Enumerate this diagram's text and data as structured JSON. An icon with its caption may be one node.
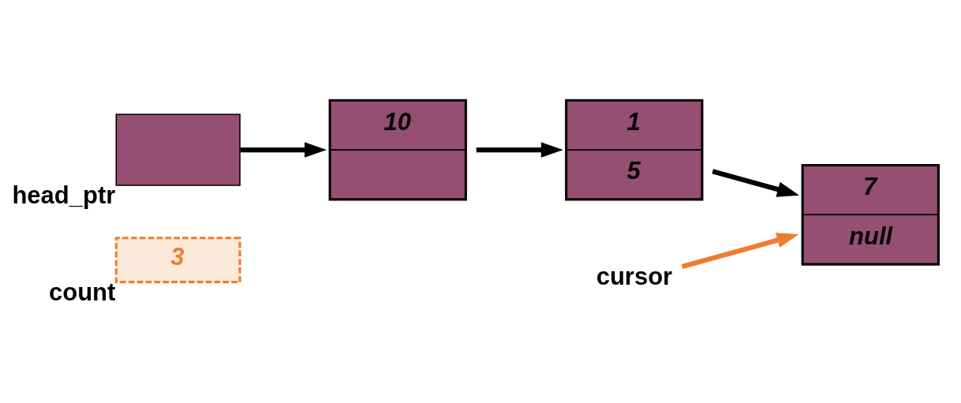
{
  "diagram": {
    "nodes": [
      {
        "text": [
          "3"
        ],
        "beside": [
          "count"
        ]
      },
      {
        "text": [],
        "shape": "box",
        "beside": [
          "head_ptr"
        ]
      },
      {
        "text": [
          "10"
        ]
      },
      {
        "text": [
          "1",
          "5"
        ]
      },
      {
        "text": [
          "7",
          "null"
        ]
      },
      {
        "text": [
          "cursor"
        ]
      }
    ],
    "edges": [
      {
        "from": 1,
        "to": 2,
        "arrow": "to"
      },
      {
        "from": 2,
        "to": 3,
        "arrow": "to"
      },
      {
        "from": 3,
        "to": 4,
        "arrow": "to"
      },
      {
        "from": 5,
        "to": 4,
        "arrow": "to",
        "color": "#ed7d31"
      }
    ]
  }
}
